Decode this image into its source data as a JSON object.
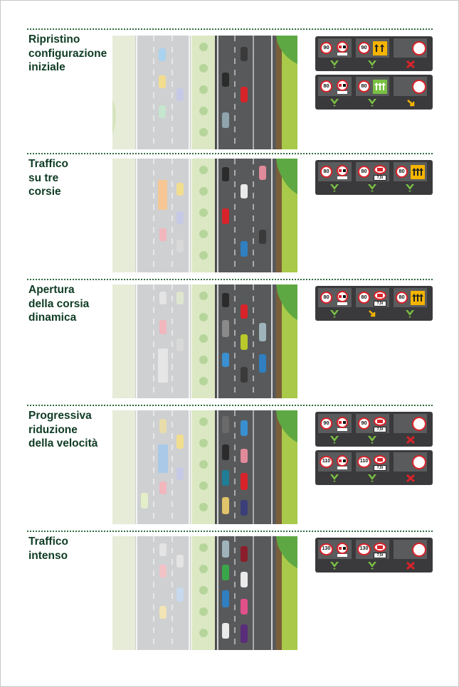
{
  "sections": [
    {
      "title_lines": [
        "Ripristino",
        "configurazione",
        "iniziale"
      ]
    },
    {
      "title_lines": [
        "Traffico",
        "su tre",
        "corsie"
      ]
    },
    {
      "title_lines": [
        "Apertura",
        "della corsia",
        "dinamica"
      ]
    },
    {
      "title_lines": [
        "Progressiva",
        "riduzione",
        "della velocità"
      ]
    },
    {
      "title_lines": [
        "Traffico",
        "intenso"
      ]
    }
  ],
  "panels": [
    {
      "section": 0,
      "speeds": [
        "90",
        "90"
      ],
      "lane3": "lane-control-yellow",
      "arrows": [
        "green-down",
        "green-down",
        "red-x"
      ]
    },
    {
      "section": 0,
      "speeds": [
        "80",
        "80"
      ],
      "lane3": "lane-control-green-merge",
      "arrows": [
        "green-down",
        "green-down",
        "yellow-diagonal"
      ]
    },
    {
      "section": 1,
      "speeds": [
        "80",
        "80",
        "80"
      ],
      "plate": "7,5t",
      "arrows": [
        "green-down",
        "green-down",
        "green-down"
      ]
    },
    {
      "section": 2,
      "speeds": [
        "80",
        "80",
        "80"
      ],
      "plate": "7,5t",
      "arrows": [
        "green-down",
        "yellow-diagonal",
        "green-down"
      ]
    },
    {
      "section": 3,
      "speeds": [
        "90",
        "90"
      ],
      "plate": "7,5t",
      "arrows": [
        "green-down",
        "green-down",
        "red-x"
      ]
    },
    {
      "section": 3,
      "speeds": [
        "110",
        "110"
      ],
      "plate": "7,5t",
      "arrows": [
        "green-down",
        "green-down",
        "red-x"
      ]
    },
    {
      "section": 4,
      "speeds": [
        "130",
        "130"
      ],
      "plate": "7,5t",
      "arrows": [
        "green-down",
        "green-down",
        "red-x"
      ]
    }
  ],
  "colors": {
    "title": "#0f3b24",
    "divider": "#2f6b3d",
    "panel": "#3a3a3c",
    "sign_red": "#d8232a",
    "arrow_green": "#7ac143",
    "warning_yellow": "#f5b400"
  }
}
